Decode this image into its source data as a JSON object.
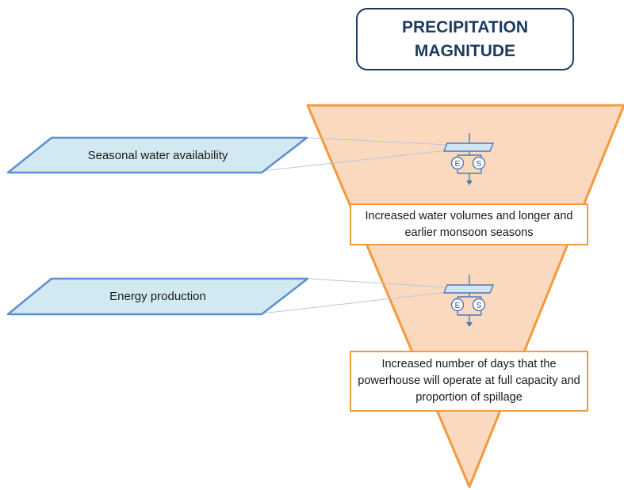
{
  "title": {
    "line1": "PRECIPITATION",
    "line2": "MAGNITUDE"
  },
  "inputs": [
    {
      "label": "Seasonal water availability"
    },
    {
      "label": "Energy production"
    }
  ],
  "effects": [
    {
      "text": "Increased water volumes and longer and earlier monsoon seasons"
    },
    {
      "text": "Increased number of days that the powerhouse will operate at full capacity and proportion of spillage"
    }
  ],
  "node_symbols": {
    "left": "E",
    "right": "S"
  },
  "colors": {
    "funnel_fill": "#fbd9bf",
    "funnel_stroke": "#f39a3e",
    "parallelogram_fill": "#d3e9f2",
    "parallelogram_stroke": "#5b8fd0",
    "title_border": "#1f3a60",
    "node_stroke": "#4f78b8"
  }
}
